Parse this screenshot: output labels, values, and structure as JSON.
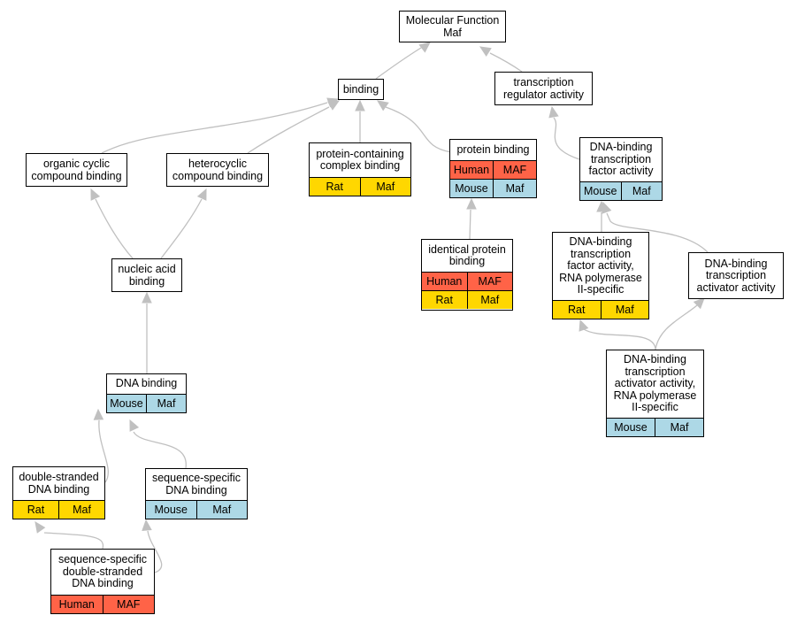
{
  "colors": {
    "Human": "#ff6347",
    "Rat": "#ffd700",
    "Mouse": "#add8e6",
    "edge": "#c0c0c0",
    "border": "#000000"
  },
  "nodes": [
    {
      "id": "mf",
      "label": "Molecular Function\nMaf",
      "rows": []
    },
    {
      "id": "binding",
      "label": "binding",
      "rows": []
    },
    {
      "id": "trans_reg",
      "label": "transcription\nregulator activity",
      "rows": []
    },
    {
      "id": "ocb",
      "label": "organic cyclic\ncompound binding",
      "rows": []
    },
    {
      "id": "hcb",
      "label": "heterocyclic\ncompound binding",
      "rows": []
    },
    {
      "id": "pccb",
      "label": "protein-containing\ncomplex binding",
      "rows": [
        [
          "Rat",
          "Maf"
        ]
      ]
    },
    {
      "id": "pb",
      "label": "protein binding",
      "rows": [
        [
          "Human",
          "MAF"
        ],
        [
          "Mouse",
          "Maf"
        ]
      ]
    },
    {
      "id": "dbtfa",
      "label": "DNA-binding\ntranscription\nfactor activity",
      "rows": [
        [
          "Mouse",
          "Maf"
        ]
      ]
    },
    {
      "id": "ipb",
      "label": "identical protein\nbinding",
      "rows": [
        [
          "Human",
          "MAF"
        ],
        [
          "Rat",
          "Maf"
        ]
      ]
    },
    {
      "id": "dbtfa_rnap",
      "label": "DNA-binding\ntranscription\nfactor activity,\nRNA polymerase\nII-specific",
      "rows": [
        [
          "Rat",
          "Maf"
        ]
      ]
    },
    {
      "id": "dbtaa",
      "label": "DNA-binding\ntranscription\nactivator activity",
      "rows": []
    },
    {
      "id": "nab",
      "label": "nucleic acid\nbinding",
      "rows": []
    },
    {
      "id": "dbtaa_rnap",
      "label": "DNA-binding\ntranscription\nactivator activity,\nRNA polymerase\nII-specific",
      "rows": [
        [
          "Mouse",
          "Maf"
        ]
      ]
    },
    {
      "id": "dnab",
      "label": "DNA binding",
      "rows": [
        [
          "Mouse",
          "Maf"
        ]
      ]
    },
    {
      "id": "dsdb",
      "label": "double-stranded\nDNA binding",
      "rows": [
        [
          "Rat",
          "Maf"
        ]
      ]
    },
    {
      "id": "ssdb",
      "label": "sequence-specific\nDNA binding",
      "rows": [
        [
          "Mouse",
          "Maf"
        ]
      ]
    },
    {
      "id": "ssdsdb",
      "label": "sequence-specific\ndouble-stranded\nDNA binding",
      "rows": [
        [
          "Human",
          "MAF"
        ]
      ]
    }
  ],
  "edges": [
    {
      "from": "binding",
      "to": "mf"
    },
    {
      "from": "trans_reg",
      "to": "mf"
    },
    {
      "from": "ocb",
      "to": "binding"
    },
    {
      "from": "hcb",
      "to": "binding"
    },
    {
      "from": "pccb",
      "to": "binding"
    },
    {
      "from": "pb",
      "to": "binding"
    },
    {
      "from": "dbtfa",
      "to": "trans_reg"
    },
    {
      "from": "ipb",
      "to": "pb"
    },
    {
      "from": "dbtfa_rnap",
      "to": "dbtfa"
    },
    {
      "from": "dbtaa",
      "to": "dbtfa"
    },
    {
      "from": "nab",
      "to": "ocb"
    },
    {
      "from": "nab",
      "to": "hcb"
    },
    {
      "from": "dbtaa_rnap",
      "to": "dbtfa_rnap"
    },
    {
      "from": "dbtaa_rnap",
      "to": "dbtaa"
    },
    {
      "from": "dnab",
      "to": "nab"
    },
    {
      "from": "dsdb",
      "to": "dnab"
    },
    {
      "from": "ssdb",
      "to": "dnab"
    },
    {
      "from": "ssdsdb",
      "to": "dsdb"
    },
    {
      "from": "ssdsdb",
      "to": "ssdb"
    }
  ]
}
